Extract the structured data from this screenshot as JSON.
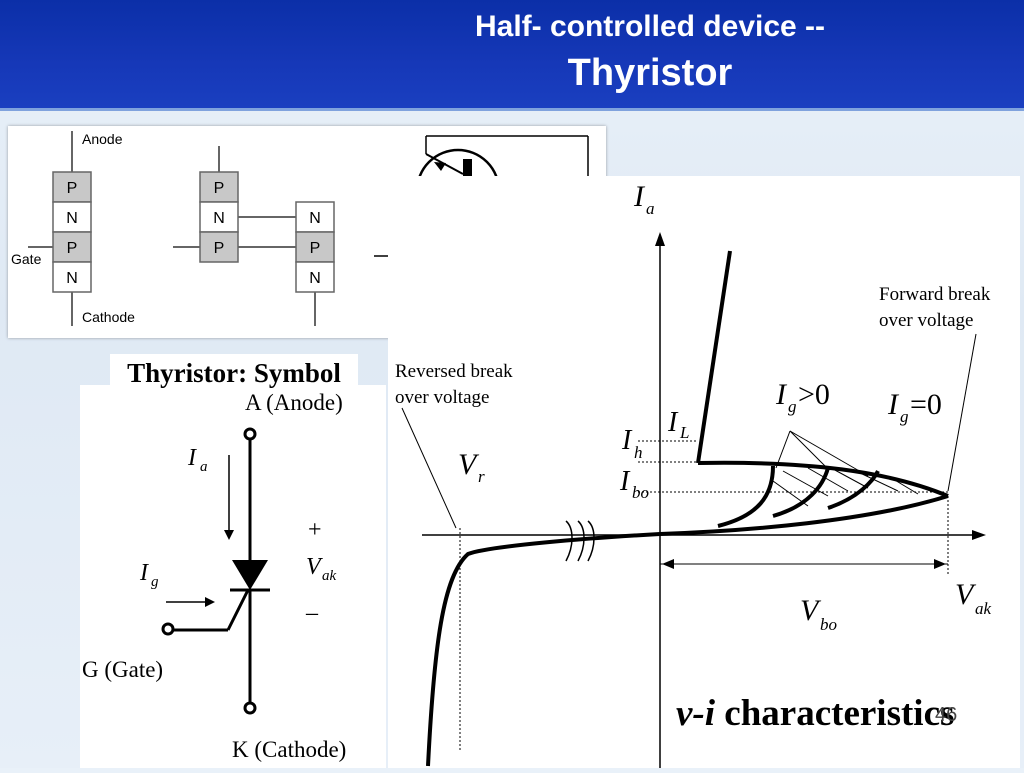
{
  "header": {
    "title_line1": "Half- controlled device --",
    "title_line2": "Thyristor"
  },
  "structure": {
    "anode_label": "Anode",
    "gate_label": "Gate",
    "cathode_label": "Cathode",
    "layers": [
      "P",
      "N",
      "P",
      "N"
    ],
    "split_left_layers": [
      "P",
      "N",
      "P"
    ],
    "split_right_layers": [
      "N",
      "P",
      "N"
    ]
  },
  "symbol": {
    "heading": "Thyristor: Symbol",
    "anode": "A (Anode)",
    "gate": "G (Gate)",
    "cathode": "K (Cathode)",
    "ia": "I",
    "ia_sub": "a",
    "ig": "I",
    "ig_sub": "g",
    "plus": "+",
    "vak": "V",
    "vak_sub": "ak",
    "minus": "–"
  },
  "characteristics": {
    "ia": "I",
    "ia_sub": "a",
    "forward_break_1": "Forward break",
    "forward_break_2": "over voltage",
    "reversed_break_1": "Reversed break",
    "reversed_break_2": "over voltage",
    "ig_pos": "I",
    "ig_pos_sub": "g",
    "ig_pos_rest": ">0",
    "ig_zero": "I",
    "ig_zero_sub": "g",
    "ig_zero_rest": "=0",
    "il": "I",
    "il_sub": "L",
    "ih": "I",
    "ih_sub": "h",
    "ibo": "I",
    "ibo_sub": "bo",
    "vr": "V",
    "vr_sub": "r",
    "vbo": "V",
    "vbo_sub": "bo",
    "vak": "V",
    "vak_sub": "ak"
  },
  "footer": {
    "vi": "v-i",
    "rest": " characteristics",
    "page": "46"
  }
}
